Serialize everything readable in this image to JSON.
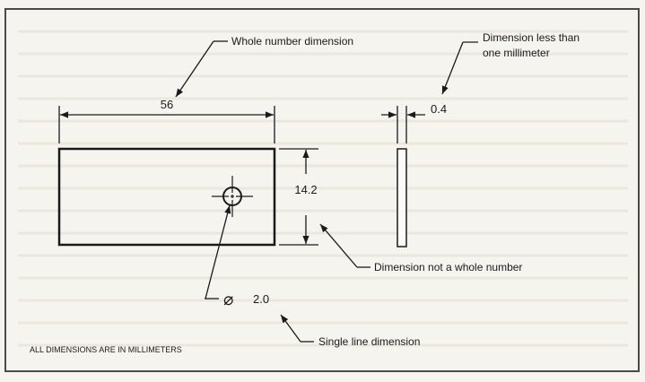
{
  "labels": {
    "whole_number_note": "Whole number dimension",
    "less_than_one_note_line1": "Dimension less than",
    "less_than_one_note_line2": "one millimeter",
    "not_whole_note": "Dimension not a whole number",
    "single_line_note": "Single line dimension",
    "units_note": "ALL DIMENSIONS ARE IN MILLIMETERS"
  },
  "dimensions": {
    "length": "56",
    "height": "14.2",
    "thickness": "0.4",
    "hole_diameter": "2.0",
    "diameter_symbol": "⌀"
  },
  "colors": {
    "background": "#f6f4ef",
    "frame": "#4a4a4a",
    "ink": "#1a1a1a",
    "faint_text": "#e3ded2"
  }
}
